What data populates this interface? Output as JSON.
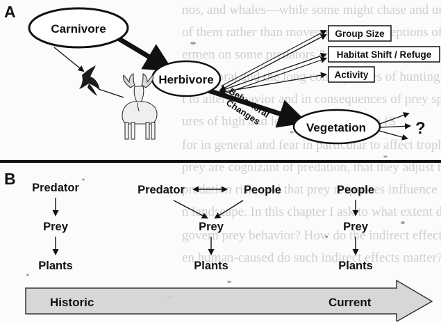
{
  "panel_a": {
    "letter": "A",
    "nodes": {
      "carnivore": "Carnivore",
      "herbivore": "Herbivore",
      "vegetation": "Vegetation"
    },
    "edge_label_line1": "Behavioral",
    "edge_label_line2": "Changes",
    "boxes": [
      "Group Size",
      "Habitat Shift / Refuge",
      "Activity"
    ],
    "unknown_outcome": "?"
  },
  "panel_b": {
    "letter": "B",
    "columns": [
      {
        "top": "Predator",
        "middle": "Prey",
        "bottom": "Plants"
      },
      {
        "top_left": "Predator",
        "top_right": "People",
        "middle": "Prey",
        "bottom": "Plants"
      },
      {
        "top": "People",
        "middle": "Prey",
        "bottom": "Plants"
      }
    ],
    "timeline": {
      "start": "Historic",
      "end": "Current"
    }
  },
  "background_text": [
    "nos, and whales—while some might chase and unique",
    "of them rather than movement and perceptions of h",
    "ermen on some predators & others et al. 2006). In",
    "behavioral and the long consequences of hunting may",
    "t to alter behavior and in consequences of prey sp",
    "ures of high and low risk of predation (S",
    "for in general and fear in particular to affect trophi",
    "prey are cognizant of predation, that they adjust their",
    "predation risk, and that prey responses influence the di",
    "n landscape. In this chapter I ask to what extent do",
    "govern prey behavior? How do the indirect effects of",
    "en human-caused do such indirect effects matter?"
  ]
}
